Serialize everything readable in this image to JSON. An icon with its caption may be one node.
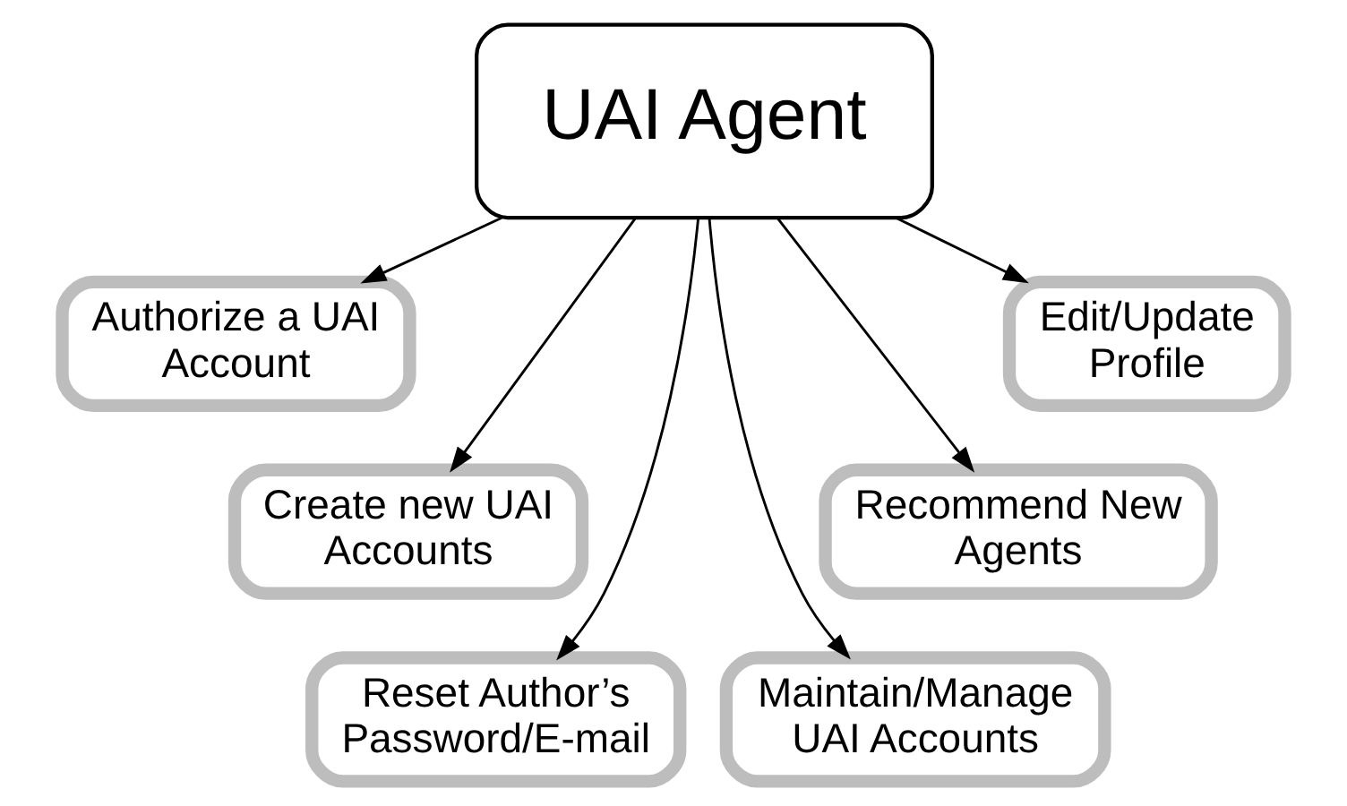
{
  "diagram": {
    "nodes": [
      {
        "text": [
          "UAI Agent"
        ]
      },
      {
        "text": [
          "Authorize a UAI Account"
        ]
      },
      {
        "text": [
          "Create new UAI Accounts"
        ]
      },
      {
        "text": [
          "Reset Author’s Password/E-mail"
        ]
      },
      {
        "text": [
          "Maintain/Manage UAI Accounts"
        ]
      },
      {
        "text": [
          "Recommend New Agents"
        ]
      },
      {
        "text": [
          "Edit/Update Profile"
        ]
      }
    ],
    "edges": [
      {
        "from": 0,
        "to": 1,
        "arrow": "to"
      },
      {
        "from": 0,
        "to": 2,
        "arrow": "to"
      },
      {
        "from": 0,
        "to": 3,
        "arrow": "to"
      },
      {
        "from": 0,
        "to": 4,
        "arrow": "to"
      },
      {
        "from": 0,
        "to": 5,
        "arrow": "to"
      },
      {
        "from": 0,
        "to": 6,
        "arrow": "to"
      }
    ]
  }
}
